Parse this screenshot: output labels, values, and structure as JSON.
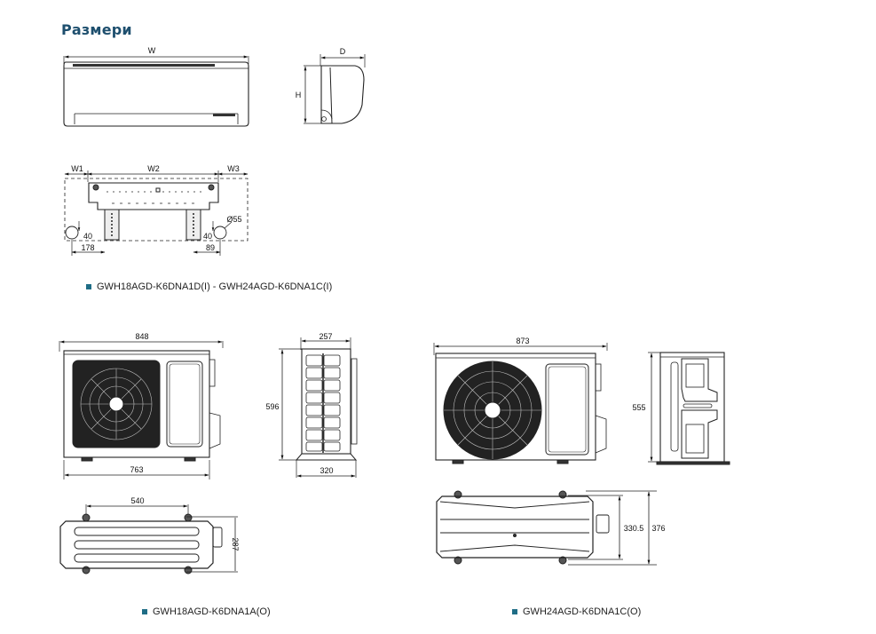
{
  "page": {
    "title": "Размери",
    "accent_color": "#1e4f6e",
    "bullet_color": "#1f6d86"
  },
  "indoor_unit": {
    "front_view": {
      "width_label": "W"
    },
    "side_view": {
      "depth_label": "D",
      "height_label": "H"
    },
    "mounting_plate": {
      "w1_label": "W1",
      "w2_label": "W2",
      "w3_label": "W3",
      "pipe_hole_label": "Ø55",
      "left_offset_v": "40",
      "left_offset_h": "178",
      "right_offset_v": "40",
      "right_offset_h": "89"
    },
    "caption": "GWH18AGD-K6DNA1D(I) - GWH24AGD-K6DNA1C(I)"
  },
  "outdoor_unit_18": {
    "front_view": {
      "width_label": "848",
      "foot_span_label": "763"
    },
    "side_view": {
      "height_label": "596",
      "depth_label": "257",
      "base_depth_label": "320"
    },
    "top_view": {
      "mount_span_label": "540",
      "depth_label": "287"
    },
    "caption": "GWH18AGD-K6DNA1A(O)"
  },
  "outdoor_unit_24": {
    "front_view": {
      "width_label": "873"
    },
    "side_view": {
      "height_label": "555"
    },
    "top_view": {
      "inner_depth_label": "330.5",
      "total_depth_label": "376"
    },
    "caption": "GWH24AGD-K6DNA1C(O)"
  }
}
